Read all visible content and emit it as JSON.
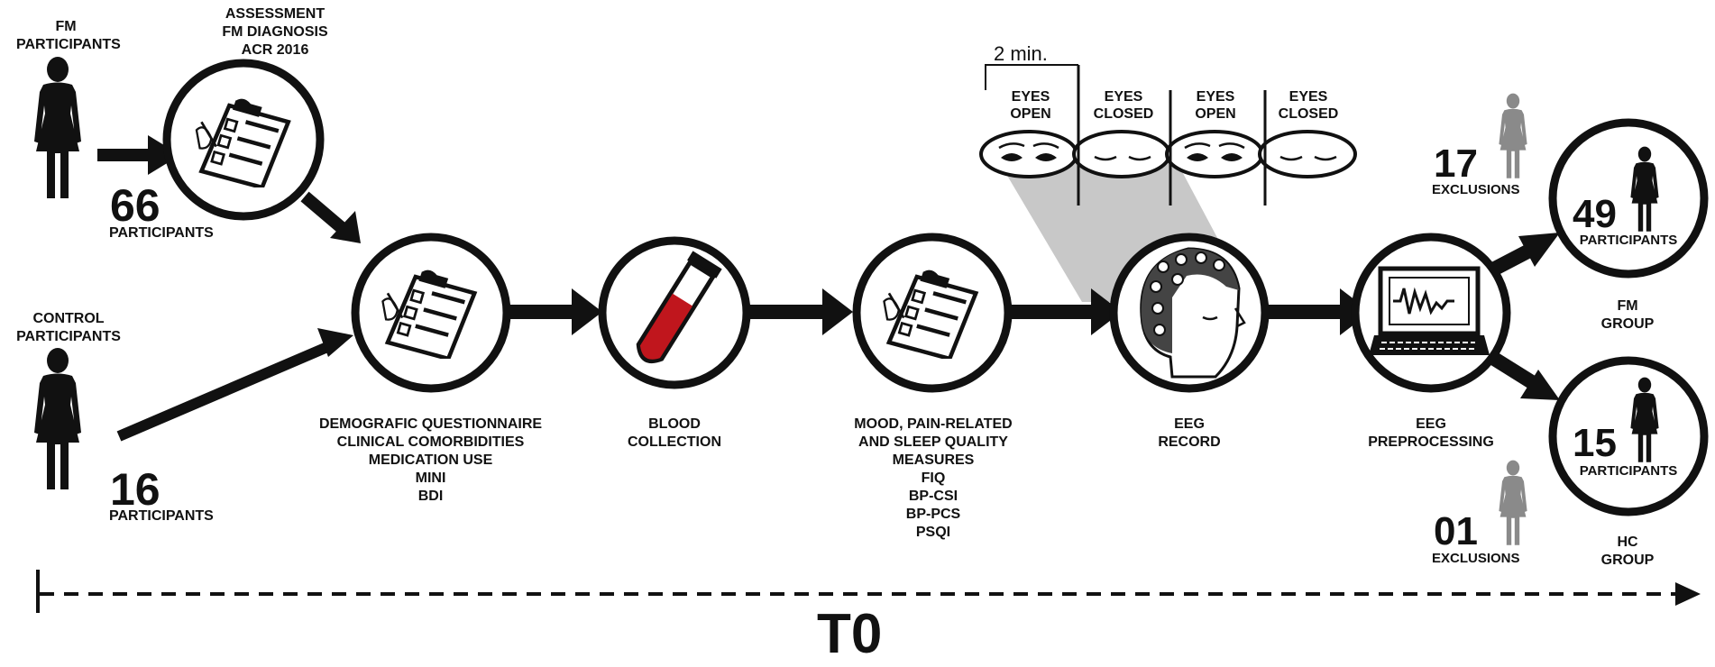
{
  "fm_input": {
    "title_lines": [
      "FM",
      "PARTICIPANTS"
    ],
    "count": "66",
    "count_label": "PARTICIPANTS"
  },
  "control_input": {
    "title_lines": [
      "CONTROL",
      "PARTICIPANTS"
    ],
    "count": "16",
    "count_label": "PARTICIPANTS"
  },
  "assessment": {
    "lines": [
      "ASSESSMENT",
      "FM DIAGNOSIS",
      "ACR 2016"
    ]
  },
  "steps": {
    "questionnaire": {
      "lines": [
        "DEMOGRAFIC QUESTIONNAIRE",
        "CLINICAL COMORBIDITIES",
        "MEDICATION USE",
        "MINI",
        "BDI"
      ]
    },
    "blood": {
      "lines": [
        "BLOOD",
        "COLLECTION"
      ]
    },
    "measures": {
      "lines": [
        "MOOD, PAIN-RELATED",
        "AND SLEEP QUALITY",
        "MEASURES",
        "FIQ",
        "BP-CSI",
        "BP-PCS",
        "PSQI"
      ]
    },
    "eeg_record": {
      "lines": [
        "EEG",
        "RECORD"
      ]
    },
    "eeg_preprocessing": {
      "lines": [
        "EEG",
        "PREPROCESSING"
      ]
    }
  },
  "eeg_protocol": {
    "duration": "2 min.",
    "phases": [
      {
        "lines": [
          "EYES",
          "OPEN"
        ],
        "state": "open"
      },
      {
        "lines": [
          "EYES",
          "CLOSED"
        ],
        "state": "closed"
      },
      {
        "lines": [
          "EYES",
          "OPEN"
        ],
        "state": "open"
      },
      {
        "lines": [
          "EYES",
          "CLOSED"
        ],
        "state": "closed"
      }
    ]
  },
  "outcomes": {
    "fm_group": {
      "count": "49",
      "count_label": "PARTICIPANTS",
      "group_lines": [
        "FM",
        "GROUP"
      ],
      "exclusions": "17",
      "exclusions_label": "EXCLUSIONS"
    },
    "hc_group": {
      "count": "15",
      "count_label": "PARTICIPANTS",
      "group_lines": [
        "HC",
        "GROUP"
      ],
      "exclusions": "01",
      "exclusions_label": "EXCLUSIONS"
    }
  },
  "timeline": {
    "label": "T0"
  },
  "colors": {
    "ink": "#111111",
    "gray_person": "#8a8a8a",
    "funnel": "#c8c8c8",
    "blood": "#c0161d"
  }
}
